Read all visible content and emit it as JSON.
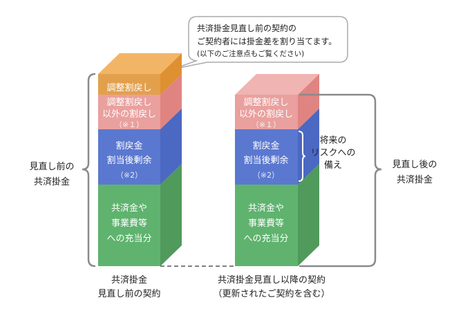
{
  "callout": {
    "line1": "共済掛金見直し前の契約の",
    "line2": "ご契約者には掛金差を割り当てます。",
    "line3": "(以下のご注意点もご覧ください)"
  },
  "before_bar": {
    "adjustment_refund": "調整割戻し",
    "other_refund": [
      "調整割戻し",
      "以外の割戻し",
      "（※１）"
    ],
    "surplus": [
      "割戻金",
      "割当後剰余",
      "（※2）"
    ],
    "allocation": [
      "共済金や",
      "事業費等",
      "への充当分"
    ]
  },
  "after_bar": {
    "other_refund": [
      "調整割戻し",
      "以外の割戻し",
      "（※１）"
    ],
    "surplus": [
      "割戻金",
      "割当後剰余",
      "（※2）"
    ],
    "allocation": [
      "共済金や",
      "事業費等",
      "への充当分"
    ]
  },
  "labels": {
    "before_total": [
      "見直し前の",
      "共済掛金"
    ],
    "after_total": [
      "見直し後の",
      "共済掛金"
    ],
    "future_risk": [
      "将来の",
      "リスクへの",
      "備え"
    ],
    "before_contract": [
      "共済掛金",
      "見直し前の契約"
    ],
    "after_contract": [
      "共済掛金見直し以降の契約",
      "（更新されたご契約を含む）"
    ]
  },
  "colors": {
    "orange": "#e5a24c",
    "pink": "#e9a09e",
    "blue": "#5b78d0",
    "green": "#5fb36e",
    "bracket": "#8a8a8a"
  }
}
